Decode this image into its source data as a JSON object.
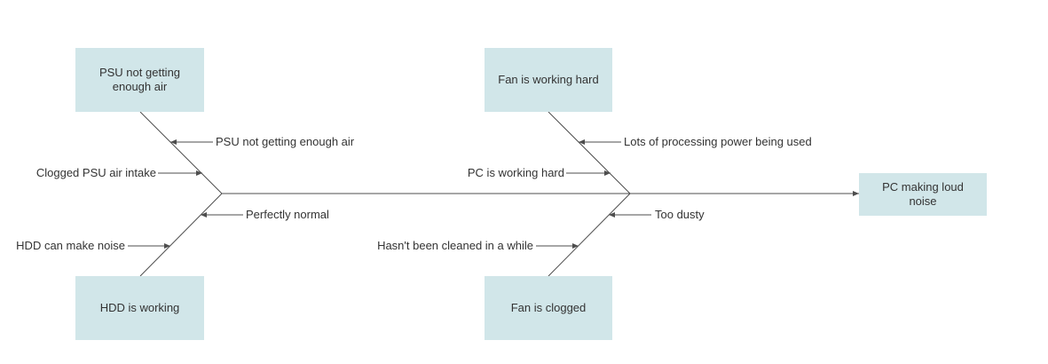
{
  "colors": {
    "box_fill": "#d1e6e9",
    "line": "#4d4d4d",
    "text": "#333333",
    "background": "#ffffff"
  },
  "effect": "PC making loud noise",
  "categories": {
    "psu": "PSU not getting enough air",
    "fan_hard": "Fan is working hard",
    "hdd": "HDD is working",
    "fan_clogged": "Fan is clogged"
  },
  "causes": {
    "psu_1": "PSU not getting enough air",
    "psu_2": "Clogged PSU air intake",
    "hdd_1": "Perfectly normal",
    "hdd_2": "HDD can make noise",
    "fan_hard_1": "Lots of processing power being used",
    "fan_hard_2": "PC is working hard",
    "fan_clogged_1": "Too dusty",
    "fan_clogged_2": "Hasn't been cleaned in a while"
  }
}
